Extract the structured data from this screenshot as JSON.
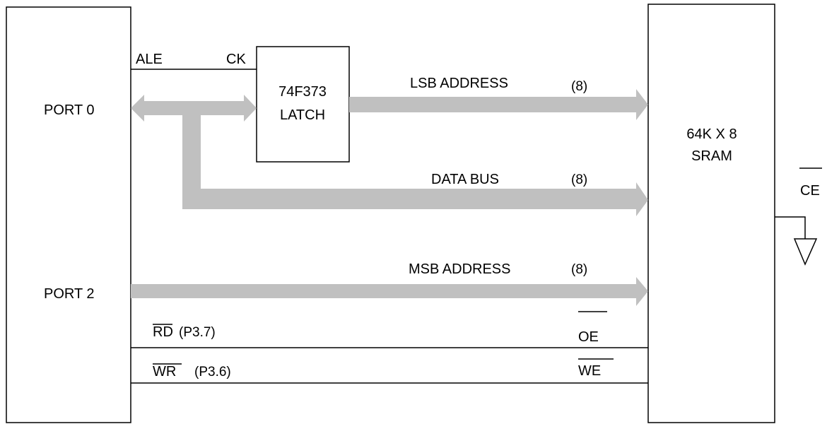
{
  "mcu": {
    "port0_label": "PORT 0",
    "port2_label": "PORT 2",
    "ale_label": "ALE"
  },
  "latch": {
    "line1": "74F373",
    "line2": "LATCH",
    "ck_label": "CK"
  },
  "sram": {
    "line1": "64K X 8",
    "line2": "SRAM"
  },
  "buses": {
    "lsb": {
      "label": "LSB ADDRESS",
      "width": "(8)"
    },
    "data": {
      "label": "DATA BUS",
      "width": "(8)"
    },
    "msb": {
      "label": "MSB ADDRESS",
      "width": "(8)"
    }
  },
  "signals": {
    "rd_name": "RD",
    "rd_pin": "(P3.7)",
    "wr_name": "WR",
    "wr_pin": "(P3.6)",
    "oe": "OE",
    "we": "WE",
    "ce": "CE"
  },
  "colors": {
    "bus": "#c0c0c0",
    "line": "#000000"
  }
}
